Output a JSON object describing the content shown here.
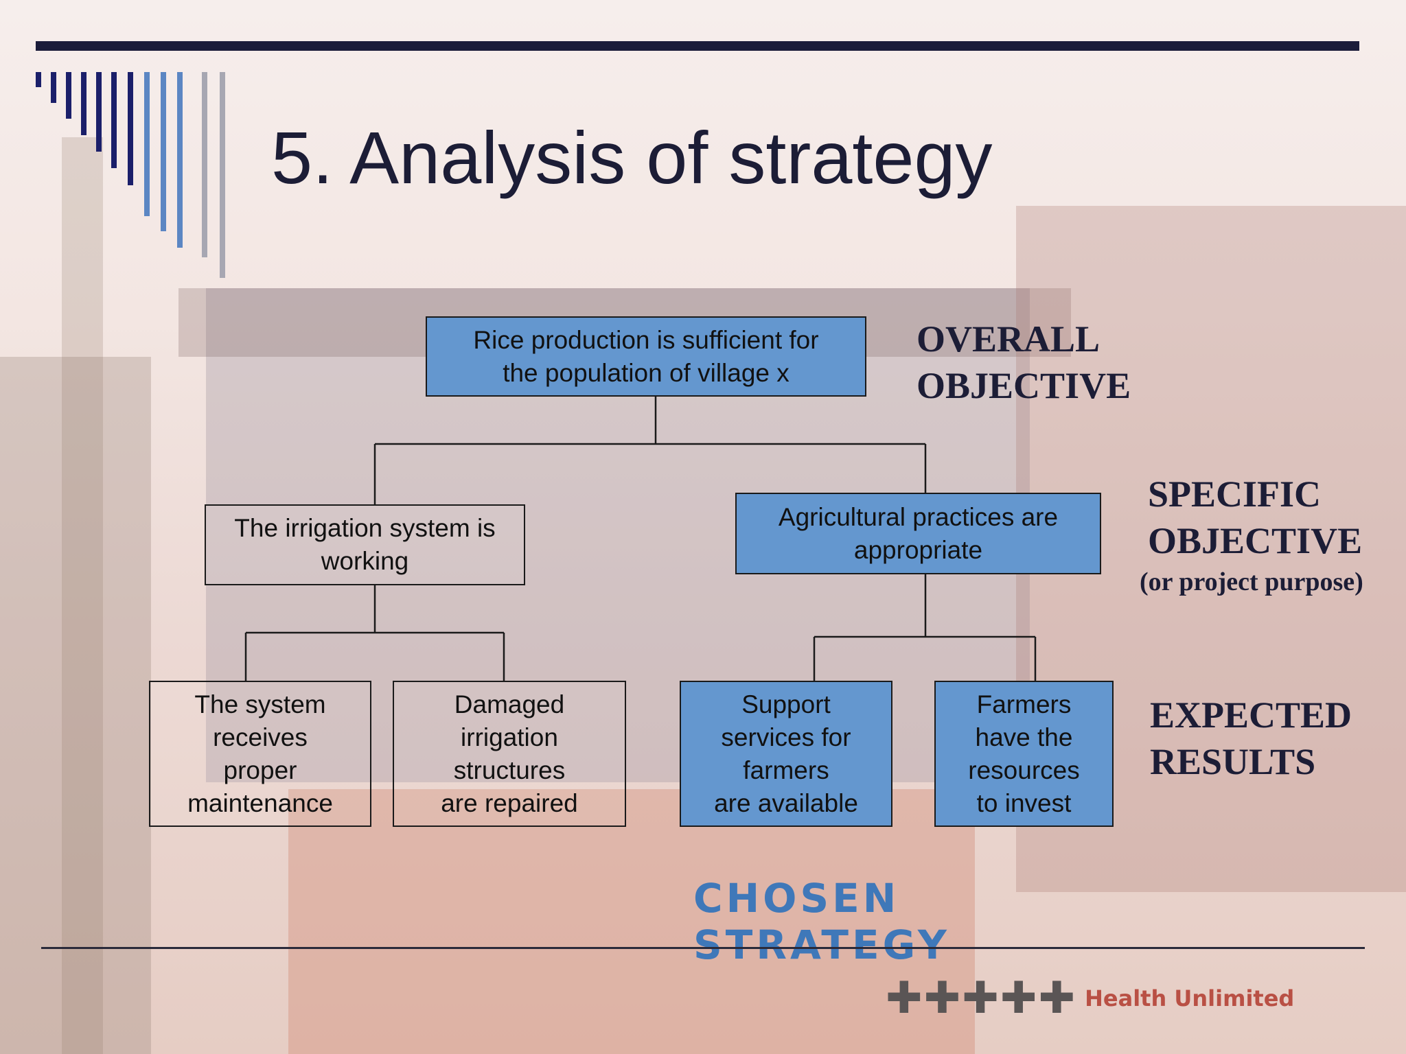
{
  "slide": {
    "title": "5. Analysis of strategy",
    "colors": {
      "accent_dark": "#1b1c3a",
      "box_blue": "#6497cf",
      "chosen_blue": "#3f78b9"
    }
  },
  "diagram": {
    "overall": "Rice production is sufficient for\nthe population of village x",
    "specific": [
      "The irrigation system is\nworking",
      "Agricultural practices are\nappropriate"
    ],
    "results": [
      "The system\nreceives\nproper\nmaintenance",
      "Damaged\nirrigation\nstructures\nare repaired",
      "Support\nservices for\nfarmers\nare available",
      "Farmers\nhave the\nresources\nto invest"
    ]
  },
  "levels": {
    "overall": "OVERALL\nOBJECTIVE",
    "specific": "SPECIFIC\nOBJECTIVE",
    "specific_note": "(or project purpose)",
    "results": "EXPECTED\nRESULTS"
  },
  "chosen_strategy": "CHOSEN\nSTRATEGY",
  "logo": {
    "text": "Health Unlimited",
    "icon": "people-figures-icon"
  }
}
